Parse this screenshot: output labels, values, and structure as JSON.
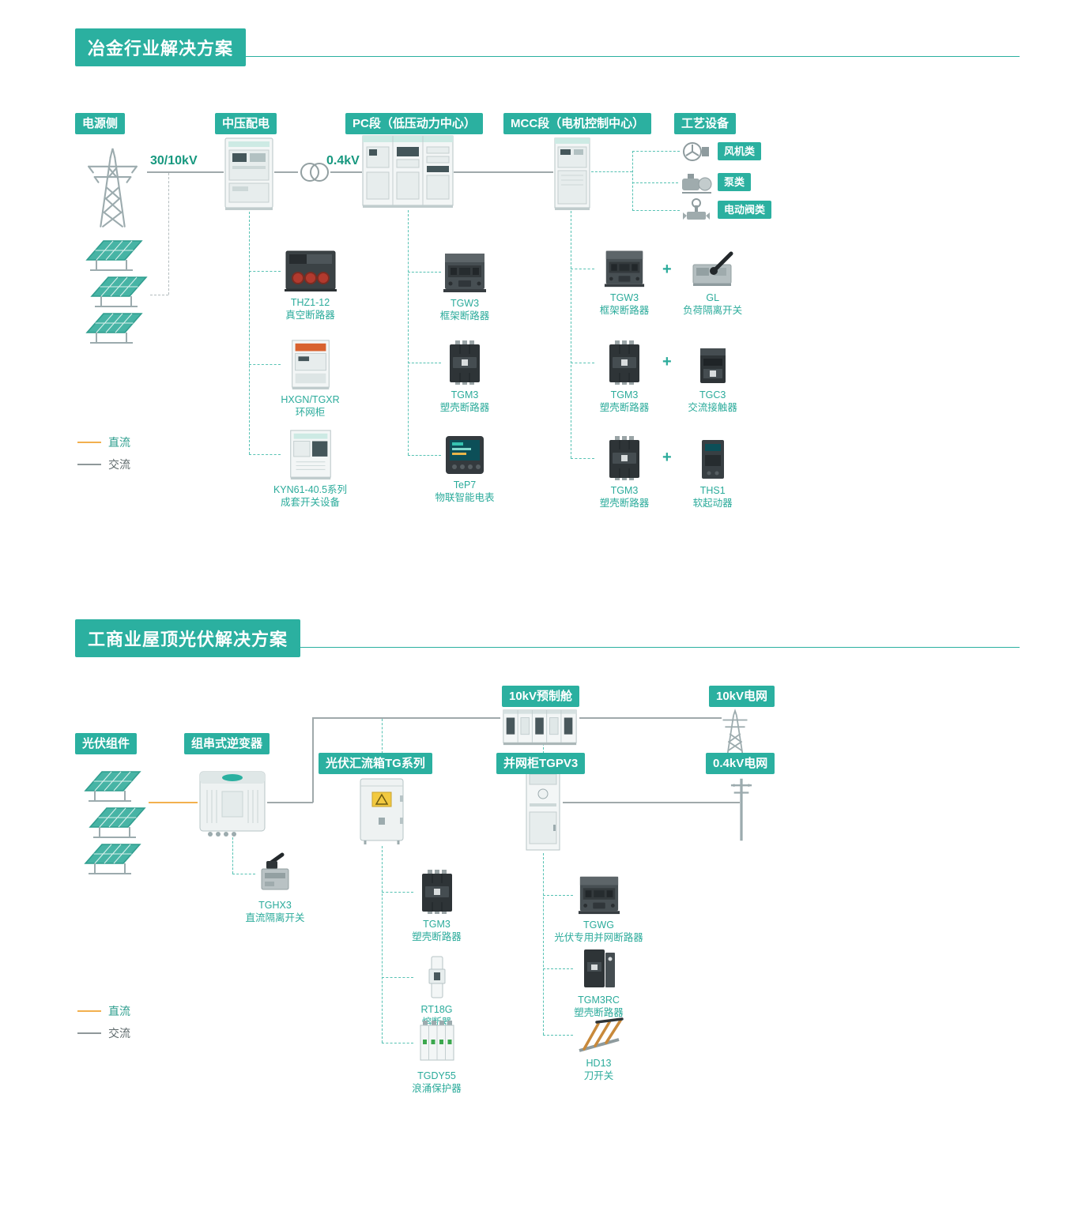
{
  "colors": {
    "teal": "#2bb0a0",
    "dc_orange": "#f2b04e",
    "ac_gray": "#8f989a"
  },
  "s1": {
    "title": "冶金行业解决方案",
    "headers": {
      "power": "电源侧",
      "mv": "中压配电",
      "pc": "PC段（低压动力中心）",
      "mcc": "MCC段（电机控制中心）",
      "process": "工艺设备"
    },
    "voltage_mv": "30/10kV",
    "voltage_lv": "0.4kV",
    "loads": [
      {
        "label": "风机类"
      },
      {
        "label": "泵类"
      },
      {
        "label": "电动阀类"
      }
    ],
    "mv_products": [
      {
        "name": "THZ1-12",
        "desc": "真空断路器"
      },
      {
        "name": "HXGN/TGXR",
        "desc": "环网柜"
      },
      {
        "name": "KYN61-40.5系列",
        "desc": "成套开关设备"
      }
    ],
    "pc_products": [
      {
        "name": "TGW3",
        "desc": "框架断路器"
      },
      {
        "name": "TGM3",
        "desc": "塑壳断路器"
      },
      {
        "name": "TeP7",
        "desc": "物联智能电表"
      }
    ],
    "mcc_products": [
      {
        "a": {
          "name": "TGW3",
          "desc": "框架断路器"
        },
        "plus": "+",
        "b": {
          "name": "GL",
          "desc": "负荷隔离开关"
        }
      },
      {
        "a": {
          "name": "TGM3",
          "desc": "塑壳断路器"
        },
        "plus": "+",
        "b": {
          "name": "TGC3",
          "desc": "交流接触器"
        }
      },
      {
        "a": {
          "name": "TGM3",
          "desc": "塑壳断路器"
        },
        "plus": "+",
        "b": {
          "name": "THS1",
          "desc": "软起动器"
        }
      }
    ],
    "legend": {
      "dc": "直流",
      "ac": "交流"
    }
  },
  "s2": {
    "title": "工商业屋顶光伏解决方案",
    "headers": {
      "pv": "光伏组件",
      "inverter": "组串式逆变器",
      "combiner": "光伏汇流箱TG系列",
      "grid_cabinet": "并网柜TGPV3",
      "cabin": "10kV预制舱",
      "grid10": "10kV电网",
      "grid04": "0.4kV电网"
    },
    "inverter_product": {
      "name": "TGHX3",
      "desc": "直流隔离开关"
    },
    "combiner_products": [
      {
        "name": "TGM3",
        "desc": "塑壳断路器"
      },
      {
        "name": "RT18G",
        "desc": "熔断器"
      },
      {
        "name": "TGDY55",
        "desc": "浪涌保护器"
      }
    ],
    "grid_products": [
      {
        "name": "TGWG",
        "desc": "光伏专用并网断路器"
      },
      {
        "name": "TGM3RC",
        "desc": "塑壳断路器"
      },
      {
        "name": "HD13",
        "desc": "刀开关"
      }
    ],
    "legend": {
      "dc": "直流",
      "ac": "交流"
    }
  }
}
